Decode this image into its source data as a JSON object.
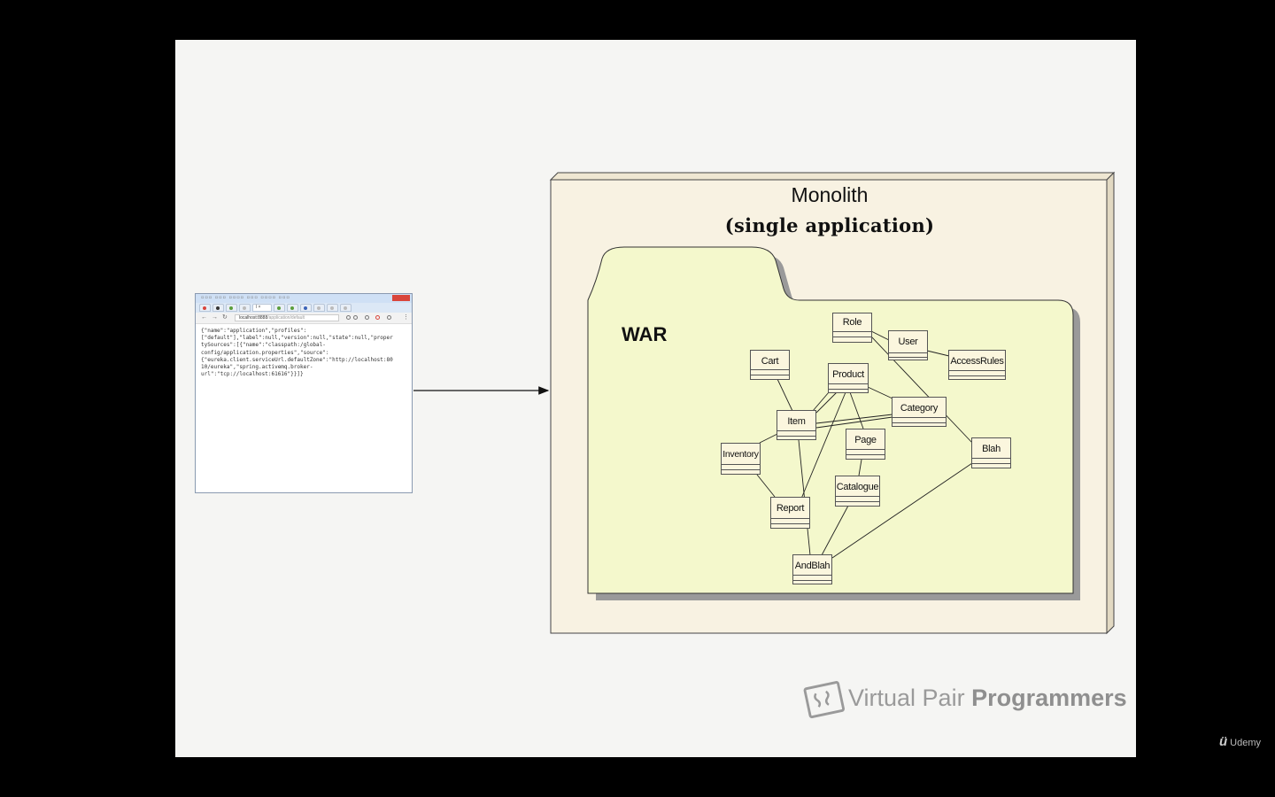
{
  "browser": {
    "tab_label": "l ×",
    "url_host": "localhost:8888",
    "url_path": "/application/default",
    "json_body": "{\"name\":\"application\",\"profiles\":\n[\"default\"],\"label\":null,\"version\":null,\"state\":null,\"proper\ntySources\":[{\"name\":\"classpath:/global-\nconfig/application.properties\",\"source\":\n{\"eureka.client.serviceUrl.defaultZone\":\"http://localhost:80\n10/eureka\",\"spring.activemq.broker-\nurl\":\"tcp://localhost:61616\"}}]}"
  },
  "monolith": {
    "title": "Monolith",
    "subtitle": "(single application)",
    "war_label": "WAR"
  },
  "classes": [
    {
      "id": "role",
      "name": "Role"
    },
    {
      "id": "user",
      "name": "User"
    },
    {
      "id": "accessrules",
      "name": "AccessRules"
    },
    {
      "id": "cart",
      "name": "Cart"
    },
    {
      "id": "product",
      "name": "Product"
    },
    {
      "id": "category",
      "name": "Category"
    },
    {
      "id": "item",
      "name": "Item"
    },
    {
      "id": "page",
      "name": "Page"
    },
    {
      "id": "inventory",
      "name": "Inventory"
    },
    {
      "id": "blah",
      "name": "Blah"
    },
    {
      "id": "catalogue",
      "name": "Catalogue"
    },
    {
      "id": "report",
      "name": "Report"
    },
    {
      "id": "andblah",
      "name": "AndBlah"
    }
  ],
  "watermark": {
    "brand_light": "Virtual Pair ",
    "brand_bold": "Programmers",
    "platform": "Udemy"
  },
  "colors": {
    "background": "#000000",
    "slide": "#f5f5f3",
    "monolith_fill": "#f8f2e2",
    "war_fill": "#f4f8cc",
    "class_fill": "#fbf6de"
  }
}
